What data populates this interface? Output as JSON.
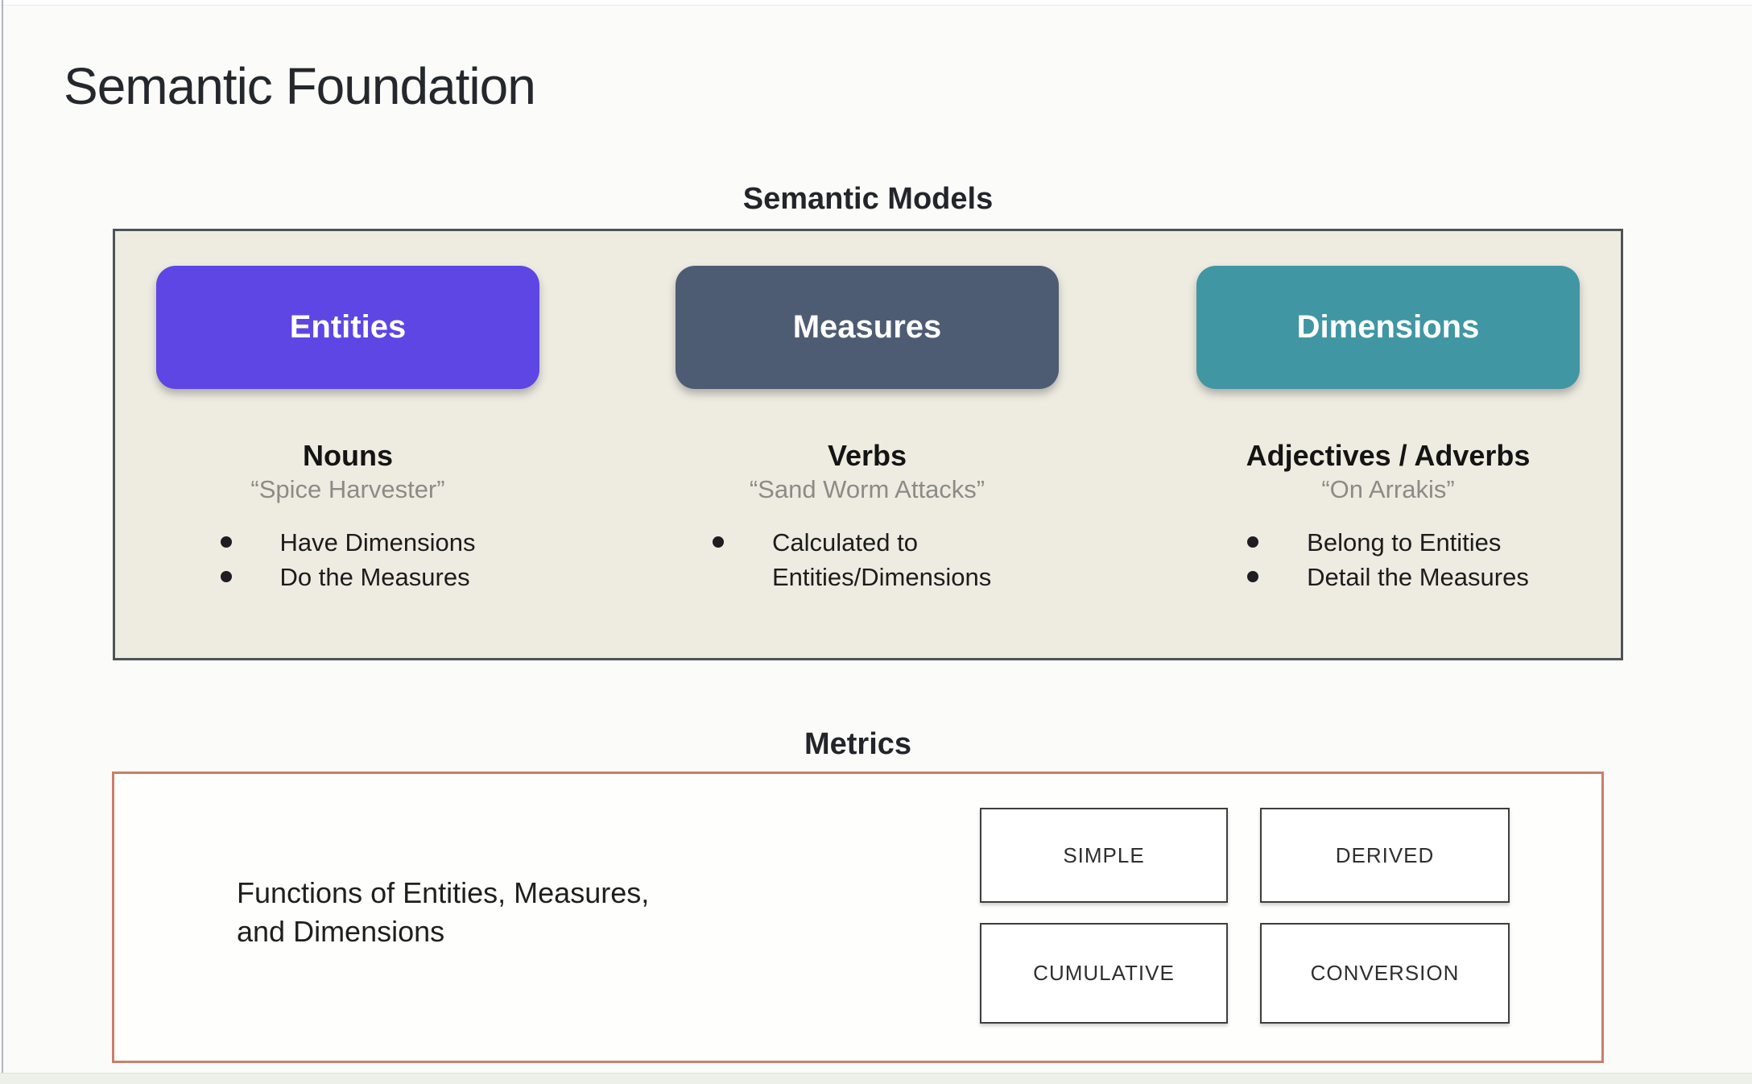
{
  "page": {
    "title": "Semantic Foundation"
  },
  "semantic_models": {
    "heading": "Semantic Models",
    "panel_bg": "#eeece1",
    "columns": [
      {
        "button_label": "Entities",
        "button_color": "#5e46e4",
        "heading": "Nouns",
        "quote": "“Spice Harvester”",
        "bullets": [
          "Have Dimensions",
          "Do the Measures"
        ]
      },
      {
        "button_label": "Measures",
        "button_color": "#4e5c73",
        "heading": "Verbs",
        "quote": "“Sand Worm Attacks”",
        "bullets": [
          "Calculated to Entities/Dimensions"
        ]
      },
      {
        "button_label": "Dimensions",
        "button_color": "#4196a3",
        "heading": "Adjectives / Adverbs",
        "quote": "“On Arrakis”",
        "bullets": [
          "Belong to Entities",
          "Detail the Measures"
        ]
      }
    ]
  },
  "metrics": {
    "heading": "Metrics",
    "panel_border": "#c97f6c",
    "description": "Functions of Entities, Measures,\nand Dimensions",
    "types": [
      "SIMPLE",
      "DERIVED",
      "CUMULATIVE",
      "CONVERSION"
    ]
  }
}
